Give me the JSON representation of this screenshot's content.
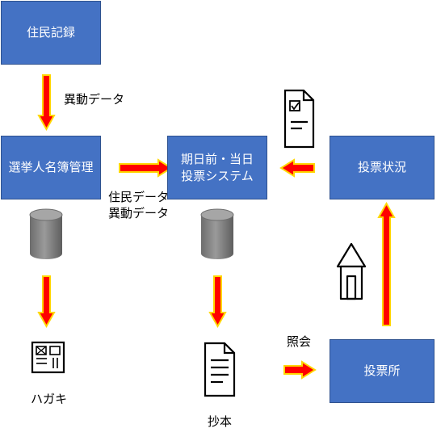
{
  "nodes": {
    "residents": "住民記録",
    "voter_registry": "選挙人名簿管理",
    "voting_system": "期日前・当日\n投票システム",
    "status": "投票状況",
    "polling_station": "投票所"
  },
  "labels": {
    "change_data": "異動データ",
    "resident_change_data": "住民データ\n異動データ",
    "query": "照会",
    "postcard": "ハガキ",
    "extract": "抄本"
  },
  "icons": {
    "db1": "database-icon",
    "db2": "database-icon",
    "postcard": "postcard-icon",
    "document": "document-icon",
    "clipboard": "checklist-document-icon",
    "house": "house-icon"
  },
  "colors": {
    "box_fill": "#4472c4",
    "arrow_fill": "#ff0000",
    "arrow_outline": "#ffd700",
    "cylinder": "#7f7f7f"
  }
}
